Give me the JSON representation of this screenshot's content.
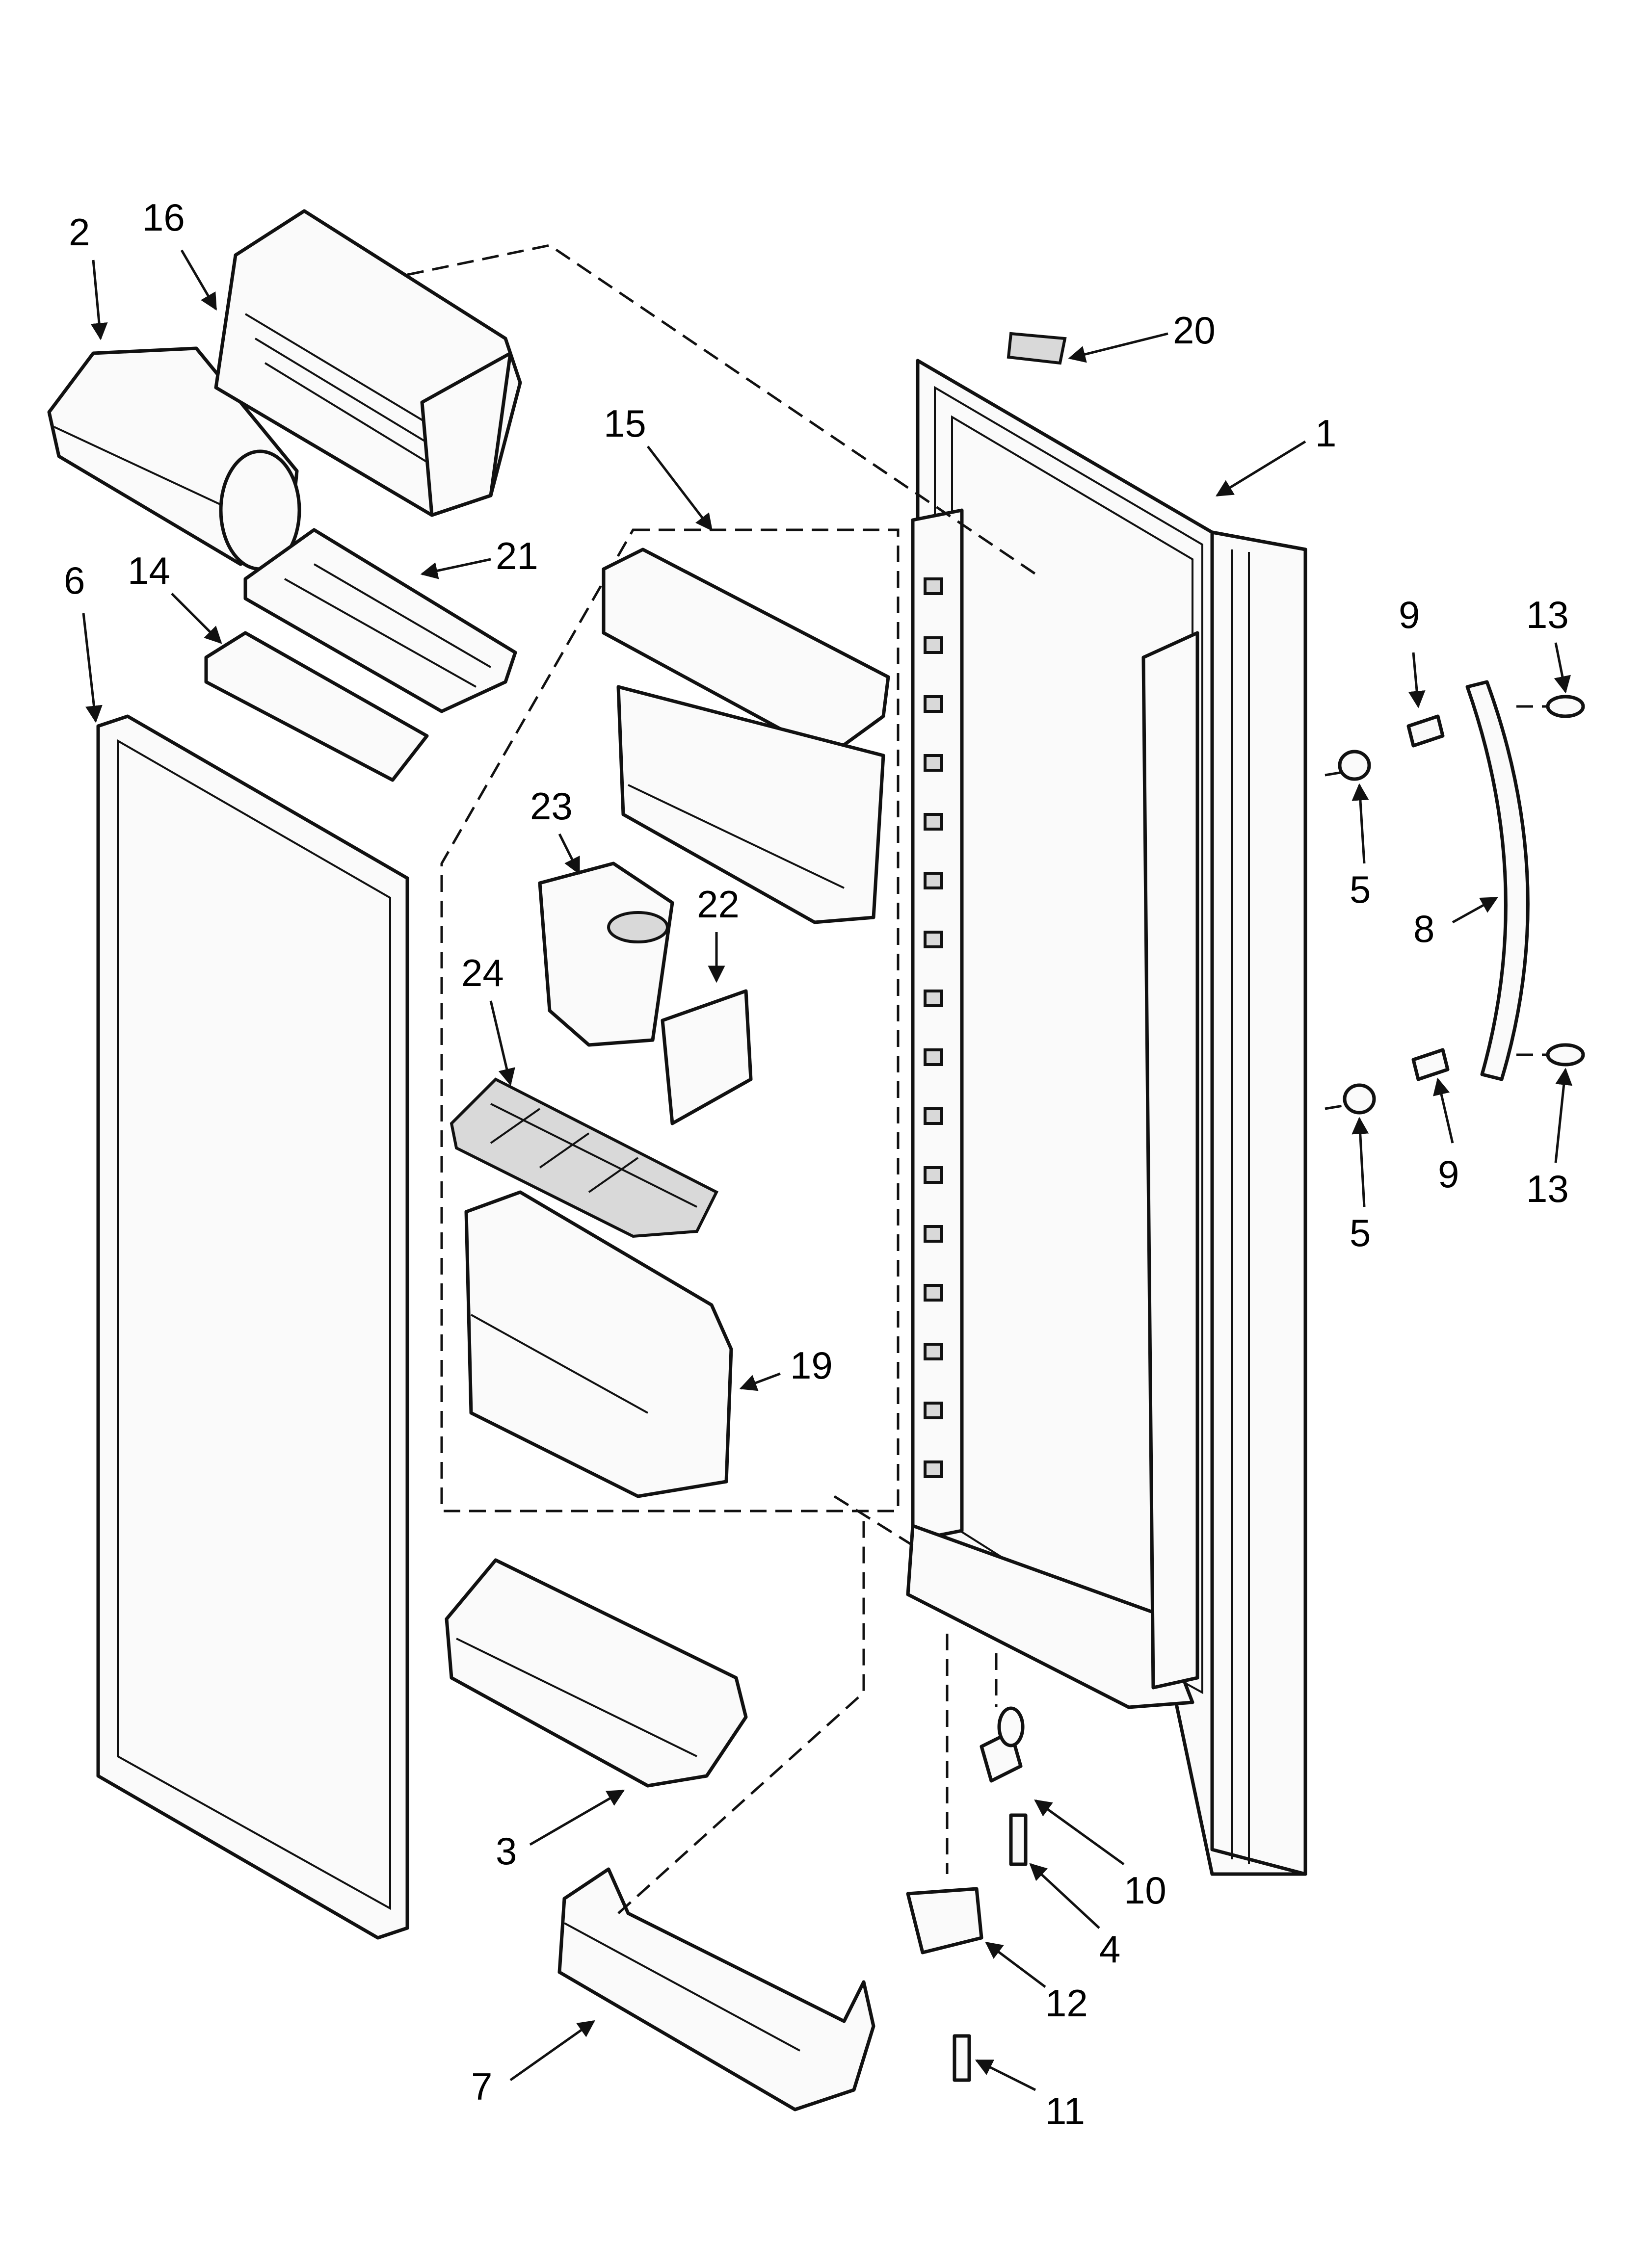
{
  "diagram": {
    "type": "exploded-parts-view",
    "callouts": {
      "c1": "1",
      "c2": "2",
      "c3": "3",
      "c4": "4",
      "c5a": "5",
      "c5b": "5",
      "c6": "6",
      "c7": "7",
      "c8": "8",
      "c9a": "9",
      "c9b": "9",
      "c10": "10",
      "c11": "11",
      "c12": "12",
      "c13a": "13",
      "c13b": "13",
      "c14": "14",
      "c15": "15",
      "c16": "16",
      "c19": "19",
      "c20": "20",
      "c21": "21",
      "c22": "22",
      "c23": "23",
      "c24": "24"
    },
    "colors": {
      "line": "#111111",
      "fill": "#fafafa",
      "shade": "#d9d9d9"
    }
  }
}
